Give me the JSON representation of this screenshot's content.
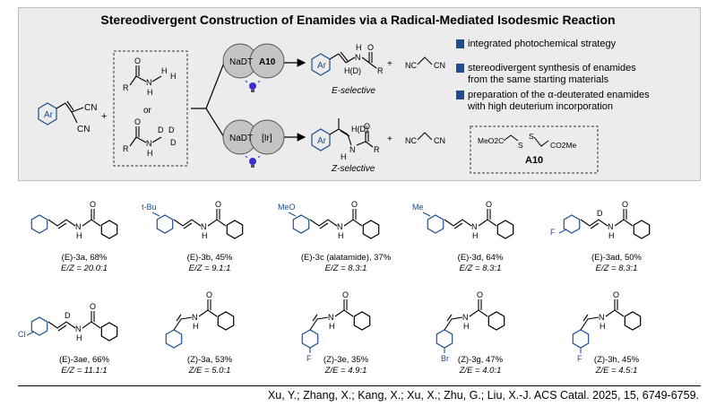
{
  "title": "Stereodivergent Construction of Enamides via a Radical-Mediated Isodesmic Reaction",
  "scheme": {
    "ar_label": "Ar",
    "cn1": "CN",
    "cn2": "CN",
    "plus1": "+",
    "r_top": "R",
    "o_top": "O",
    "n_top": "N",
    "h_top": "H",
    "h_top2": "H",
    "h_top3": "H",
    "or": "or",
    "r_bot": "R",
    "o_bot": "O",
    "n_bot": "N",
    "h_bot": "H",
    "d1": "D",
    "d2": "D",
    "d3": "D",
    "nadt_top": "NaDT",
    "a10": "A10",
    "nadt_bot": "NaDT",
    "ir": "[Ir]",
    "e_selective": "E-selective",
    "z_selective": "Z-selective",
    "h_d_top": "H(D)",
    "h_d_bot": "H(D)",
    "nc_top": "NC",
    "cn_top": "CN",
    "nc_bot": "NC",
    "cn_bot": "CN",
    "plus_top": "+",
    "plus_bot": "+",
    "n_e": "N",
    "h_e": "H",
    "o_e": "O",
    "r_e": "R",
    "n_z": "N",
    "h_z": "H",
    "o_z": "O",
    "r_z": "R"
  },
  "bullets": [
    "integrated photochemical strategy",
    "stereodivergent synthesis of enamides",
    "from the same starting materials",
    "preparation of the α-deuterated enamides",
    "with high deuterium incorporation"
  ],
  "a10_box": {
    "left": "MeO2C",
    "s1": "S",
    "s2": "S",
    "right": "CO2Me",
    "label": "A10"
  },
  "products": [
    {
      "name": "(E)-3a, 68%",
      "ratio": "E/Z = 20.0:1"
    },
    {
      "name": "(E)-3b, 45%",
      "ratio": "E/Z = 9.1:1",
      "sub": "t-Bu"
    },
    {
      "name": "(E)-3c (alatamide), 37%",
      "ratio": "E/Z = 8.3:1",
      "sub": "MeO"
    },
    {
      "name": "(E)-3d, 64%",
      "ratio": "E/Z = 8.3:1",
      "sub": "Me"
    },
    {
      "name": "(E)-3ad, 50%",
      "ratio": "E/Z = 8.3:1",
      "sub": "F",
      "d": "D"
    },
    {
      "name": "(E)-3ae, 66%",
      "ratio": "E/Z = 11.1:1",
      "sub": "Cl",
      "d": "D"
    },
    {
      "name": "(Z)-3a, 53%",
      "ratio": "Z/E = 5.0:1"
    },
    {
      "name": "(Z)-3e, 35%",
      "ratio": "Z/E = 4.9:1",
      "sub": "F"
    },
    {
      "name": "(Z)-3g, 47%",
      "ratio": "Z/E = 4.0:1",
      "sub": "Br"
    },
    {
      "name": "(Z)-3h, 45%",
      "ratio": "Z/E = 4.5:1",
      "sub": "F"
    }
  ],
  "atoms": {
    "n": "N",
    "h": "H",
    "o": "O"
  },
  "citation": "Xu, Y.; Zhang, X.; Kang, X.; Xu, X.; Zhu, G.; Liu, X.-J. ACS Catal. 2025, 15, 6749-6759.",
  "colors": {
    "blue": "#1f4e8c",
    "banner": "#ececec",
    "catalyst": "#c4c4c4"
  }
}
